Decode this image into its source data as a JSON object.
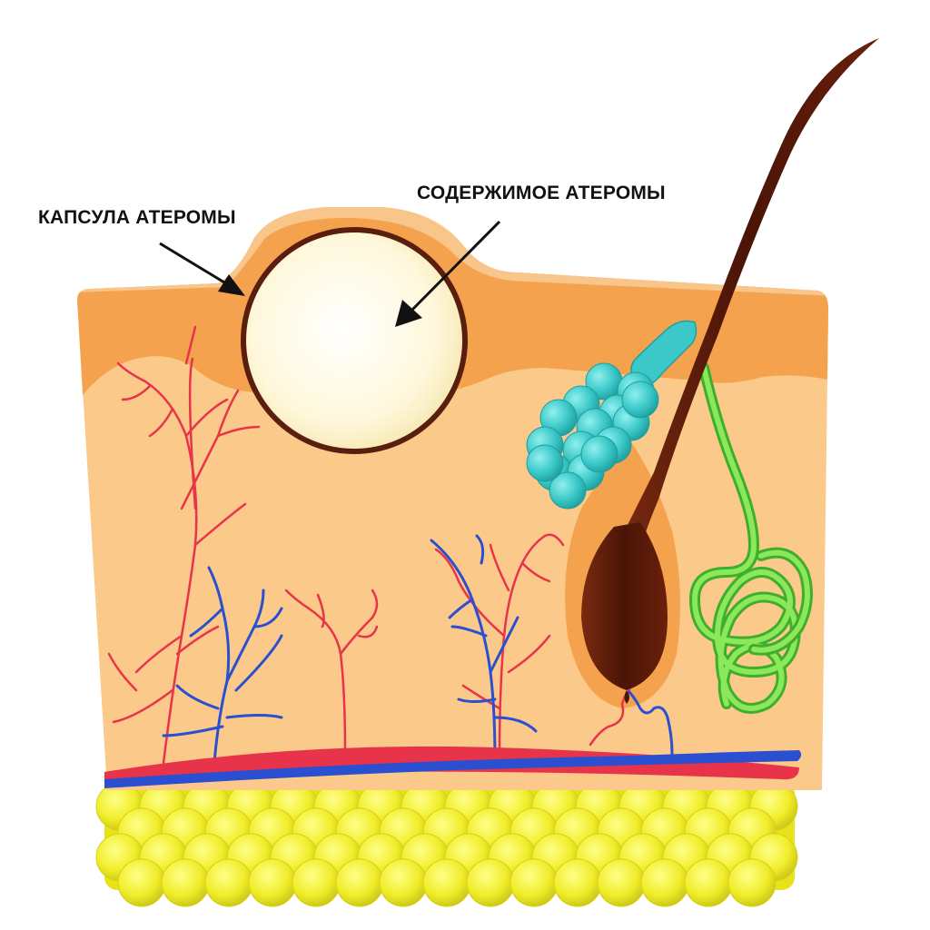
{
  "labels": {
    "capsule": "КАПСУЛА АТЕРОМЫ",
    "contents": "СОДЕРЖИМОЕ АТЕРОМЫ"
  },
  "colors": {
    "epidermis": "#f4a24e",
    "epidermis_edge": "#f8c58a",
    "dermis": "#fbc98a",
    "capsule": "#5a1e0e",
    "cyst_fill": "#fffbe6",
    "sebaceous_gland": "#3cc8c8",
    "hair": "#5a1a0c",
    "sweat_gland": "#7fd84a",
    "artery": "#e8344a",
    "vein": "#2a4fd0",
    "fat": "#f2f23a"
  },
  "icons": [
    "arrow-capsule",
    "arrow-contents"
  ]
}
